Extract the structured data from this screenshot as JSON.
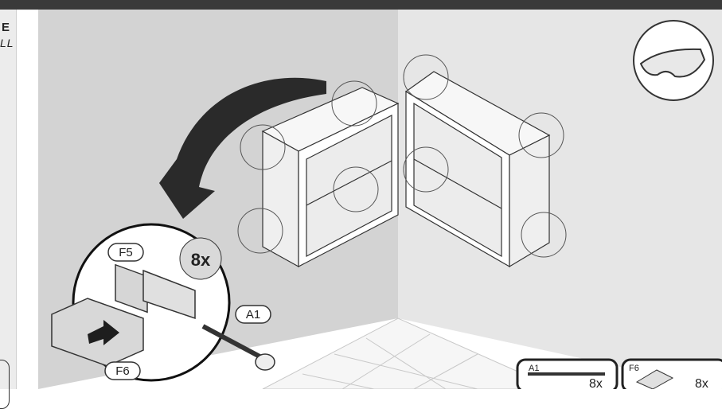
{
  "left_panel": {
    "line1": "E",
    "line2": "LL"
  },
  "step": {
    "quantity_badge": "8x",
    "callouts": {
      "f5": "F5",
      "f6": "F6",
      "a1": "A1"
    }
  },
  "parts_legend": [
    {
      "id": "A1",
      "count": "8x"
    },
    {
      "id": "F6",
      "count": "8x"
    }
  ],
  "icons": [
    "safety-glasses-icon",
    "rotate-arrow-icon",
    "screw-icon",
    "bracket-icon"
  ],
  "colors": {
    "wall_left": "#d3d3d3",
    "wall_right": "#e6e6e6",
    "floor": "#f4f4f4",
    "badge": "#d9d9d9"
  }
}
